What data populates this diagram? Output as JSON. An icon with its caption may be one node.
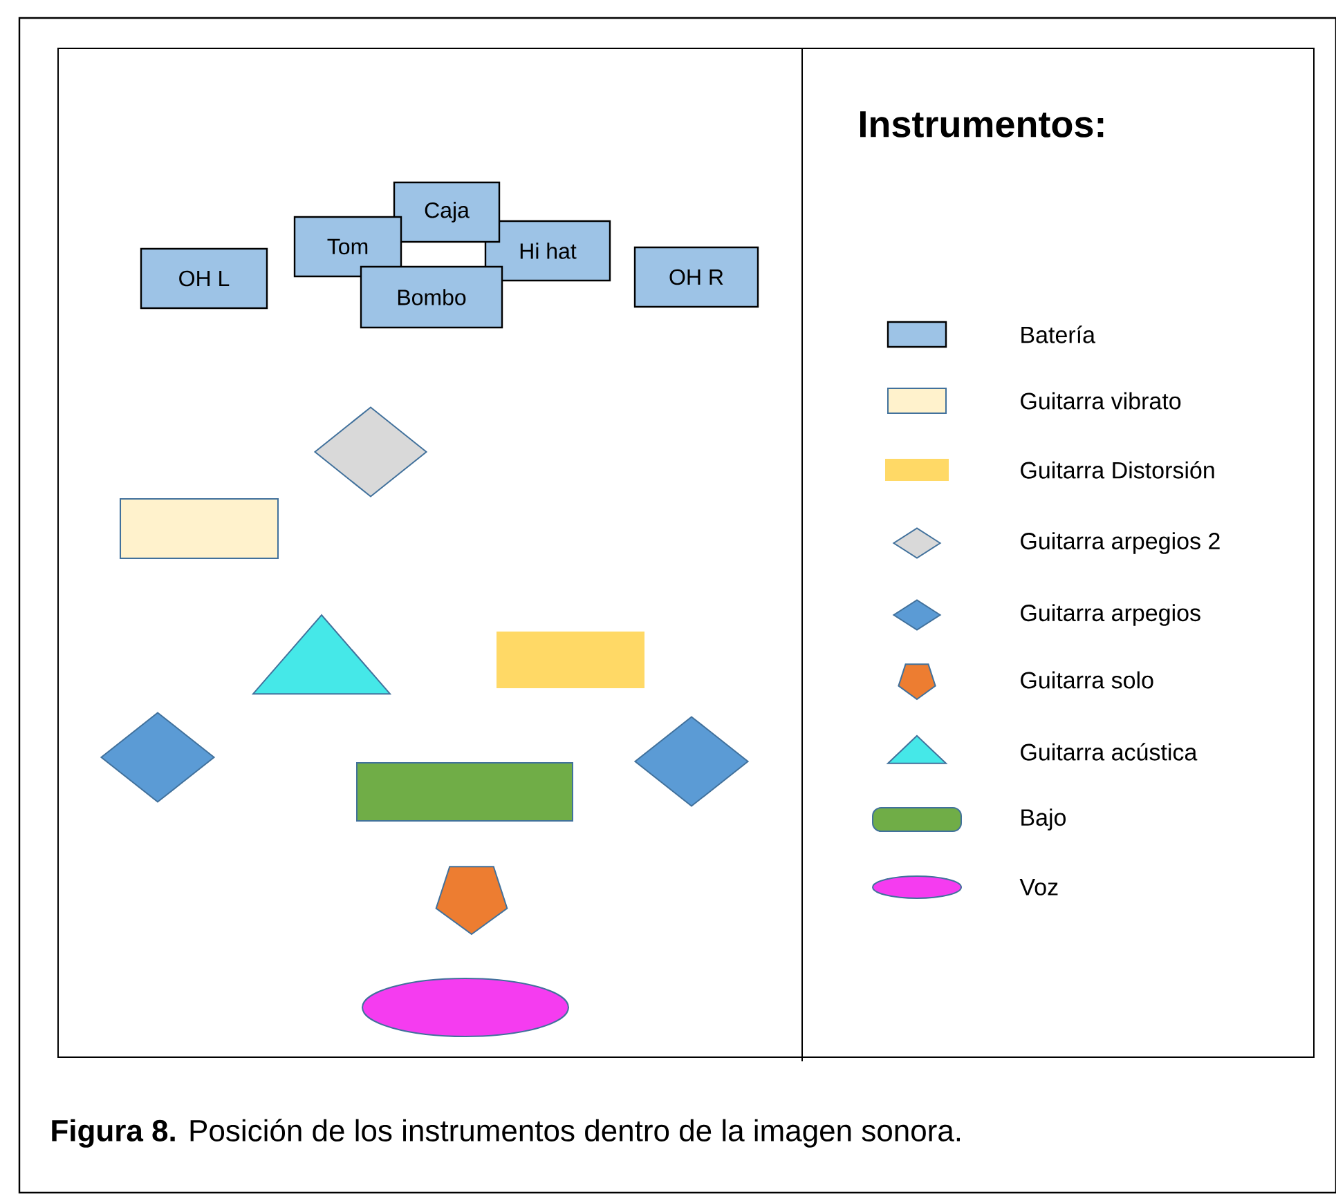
{
  "diagram": {
    "caption": "**Figura 8.** Posición de los instrumentos dentro de la imagen sonora.",
    "nodes": [
      {
        "text": [
          "OH L"
        ]
      },
      {
        "text": [
          "Hi hat"
        ]
      },
      {
        "text": [
          "Caja"
        ]
      },
      {
        "text": [
          "Tom"
        ]
      },
      {
        "text": [
          "Bombo"
        ]
      },
      {
        "text": [
          "OH R"
        ]
      },
      {
        "text": [],
        "shape": "diamond"
      },
      {
        "text": [],
        "shape": "box"
      },
      {
        "text": [],
        "shape": "triangle"
      },
      {
        "text": [],
        "shape": "box"
      },
      {
        "text": [],
        "shape": "diamond"
      },
      {
        "text": [],
        "shape": "box"
      },
      {
        "text": [],
        "shape": "diamond"
      },
      {
        "text": [],
        "shape": "pentagon"
      },
      {
        "text": [],
        "shape": "ellipse"
      }
    ],
    "labels": [
      "Instrumentos:"
    ],
    "legend": [
      {
        "text": "Batería",
        "color": "#9dc3e6"
      },
      {
        "text": "Guitarra vibrato",
        "color": "#fff2cc"
      },
      {
        "text": "Guitarra Distorsión",
        "color": "#ffd966"
      },
      {
        "text": "Guitarra arpegios 2",
        "color": "#d9d9d9"
      },
      {
        "text": "Guitarra arpegios",
        "color": "#5b9bd5"
      },
      {
        "text": "Guitarra solo",
        "color": "#ed7d31"
      },
      {
        "text": "Guitarra acústica",
        "color": "#45e8e8"
      },
      {
        "text": "Bajo",
        "color": "#70ad47"
      },
      {
        "text": "Voz",
        "color": "#f53cf0"
      }
    ]
  }
}
